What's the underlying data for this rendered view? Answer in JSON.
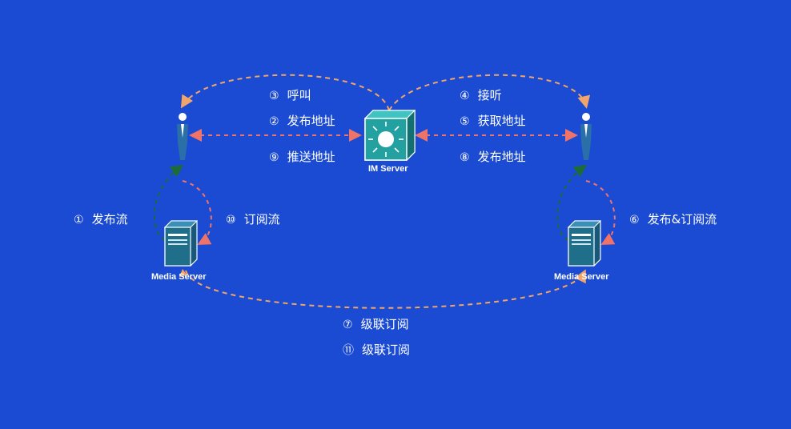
{
  "nodes": {
    "im_server": "IM Server",
    "media_server_left": "Media Server",
    "media_server_right": "Media Server"
  },
  "steps": [
    {
      "num": "③",
      "text": "呼叫"
    },
    {
      "num": "②",
      "text": "发布地址"
    },
    {
      "num": "⑨",
      "text": "推送地址"
    },
    {
      "num": "④",
      "text": "接听"
    },
    {
      "num": "⑤",
      "text": "获取地址"
    },
    {
      "num": "⑧",
      "text": "发布地址"
    },
    {
      "num": "①",
      "text": "发布流"
    },
    {
      "num": "⑩",
      "text": "订阅流"
    },
    {
      "num": "⑥",
      "text": "发布&订阅流"
    },
    {
      "num": "⑦",
      "text": "级联订阅"
    },
    {
      "num": "⑪",
      "text": "级联订阅"
    }
  ],
  "colors": {
    "background": "#1b4bd2",
    "call_arrow": "#f2a56a",
    "address_arrow": "#f0736a",
    "publish_arrow": "#1e6b3a",
    "subscribe_arrow": "#f0736a",
    "cascade_arrow": "#f2a56a",
    "server_fill": "#23a1a0",
    "media_fill": "#1f6f8b"
  },
  "icons": {
    "im_server": "switch-router-icon",
    "media_server": "server-tower-icon",
    "client": "person-icon"
  }
}
